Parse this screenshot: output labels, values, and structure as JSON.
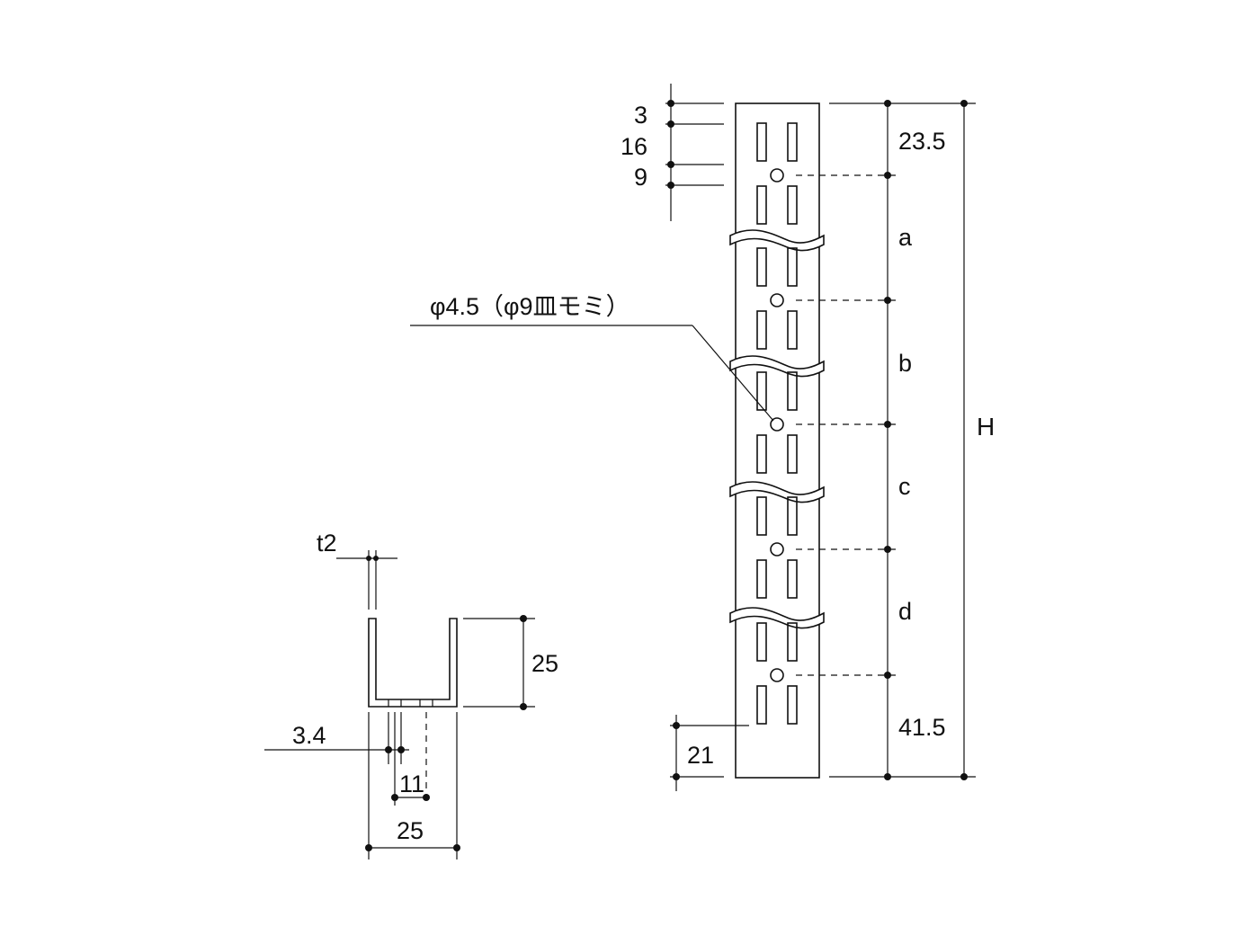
{
  "rail": {
    "top_dims": [
      "3",
      "16",
      "9"
    ],
    "first_hole": "23.5",
    "pitches": [
      "a",
      "b",
      "c",
      "d"
    ],
    "last_hole": "41.5",
    "overall": "H",
    "bottom_slot": "21",
    "hole_callout": "φ4.5（φ9皿モミ）"
  },
  "section": {
    "thickness": "t2",
    "height": "25",
    "slot_width": "3.4",
    "slot_spacing": "11",
    "width": "25"
  }
}
